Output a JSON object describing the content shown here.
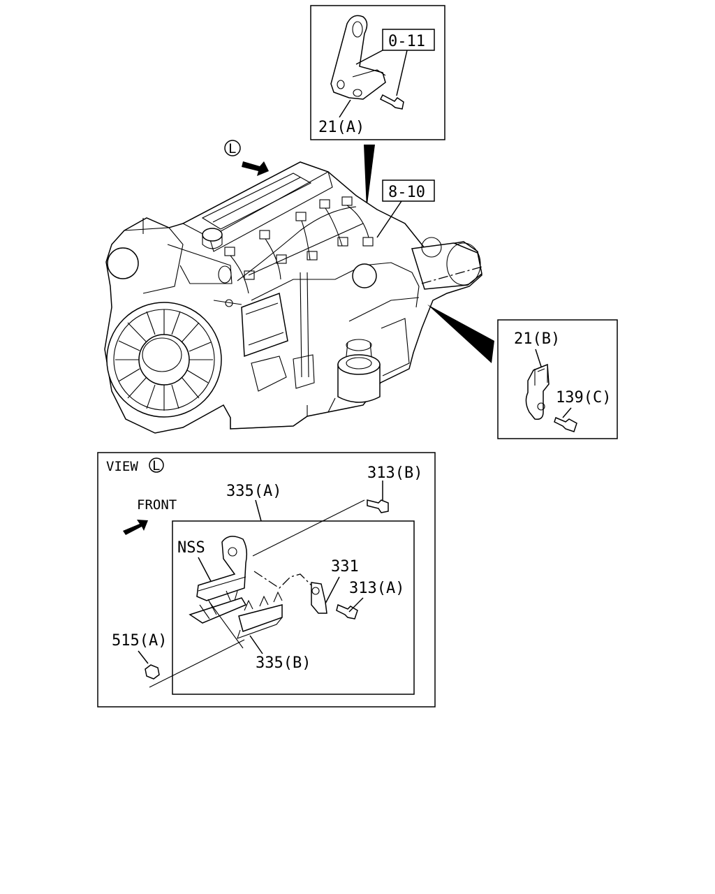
{
  "callouts": {
    "ref_0_11": "0-11",
    "part_21a": "21(A)",
    "ref_8_10": "8-10",
    "part_21b": "21(B)",
    "part_139c": "139(C)",
    "view_label": "VIEW",
    "view_letter": "L",
    "view_marker_letter": "L",
    "front_label": "FRONT",
    "part_335a": "335(A)",
    "part_313b": "313(B)",
    "nss_label": "NSS",
    "part_331": "331",
    "part_313a": "313(A)",
    "part_515a": "515(A)",
    "part_335b": "335(B)"
  }
}
